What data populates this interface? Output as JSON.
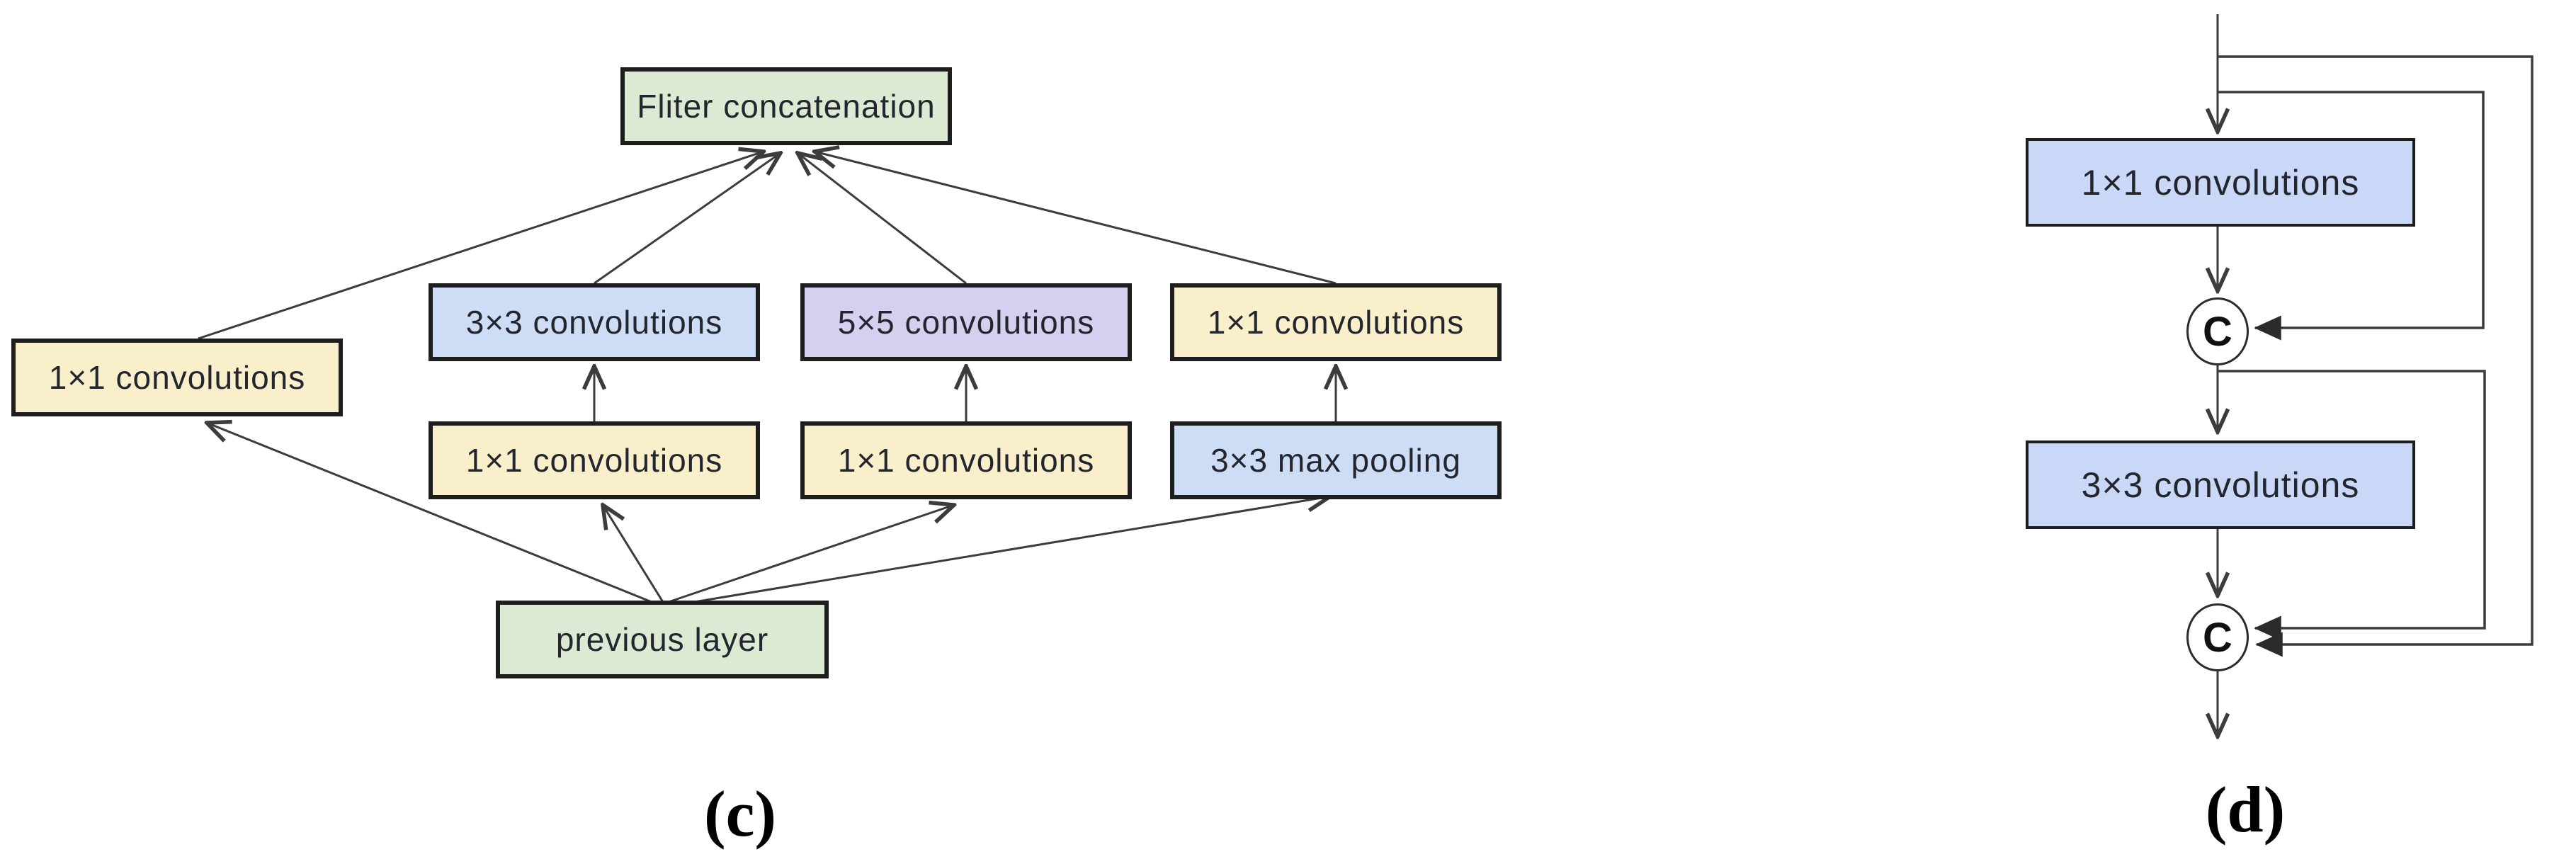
{
  "colors": {
    "green": "#dcead4",
    "yellow": "#f9efca",
    "blue": "#cdddf6",
    "purple": "#d5d0f0",
    "blue_right": "#c9d8f7"
  },
  "panel_c": {
    "caption": "(c)",
    "filter_concat": "Fliter concatenation",
    "branch1_conv": "1×1 convolutions",
    "branch2_conv": "3×3 convolutions",
    "branch2_reduce": "1×1 convolutions",
    "branch3_conv": "5×5 convolutions",
    "branch3_reduce": "1×1 convolutions",
    "branch4_conv": "1×1 convolutions",
    "branch4_pool": "3×3 max pooling",
    "previous_layer": "previous layer"
  },
  "panel_d": {
    "caption": "(d)",
    "conv1": "1×1 convolutions",
    "conv2": "3×3 convolutions",
    "concat_symbol": "C"
  }
}
